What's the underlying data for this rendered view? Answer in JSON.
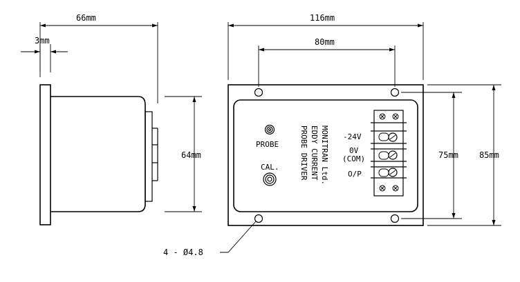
{
  "dimensions": {
    "side_depth": "66mm",
    "flange_thickness": "3mm",
    "body_height": "64mm",
    "front_width": "116mm",
    "hole_spacing_horizontal": "80mm",
    "hole_spacing_vertical": "75mm",
    "front_height": "85mm",
    "mounting_holes": "4  -  Ø4.8"
  },
  "front_panel": {
    "probe_label": "PROBE",
    "cal_label": "CAL.",
    "vertical_text": [
      "MONITRAN Ltd.",
      "EDDY CURRENT",
      "PROBE DRIVER"
    ],
    "terminal_labels": [
      "-24V",
      "0V",
      "(COM)",
      "O/P"
    ]
  }
}
